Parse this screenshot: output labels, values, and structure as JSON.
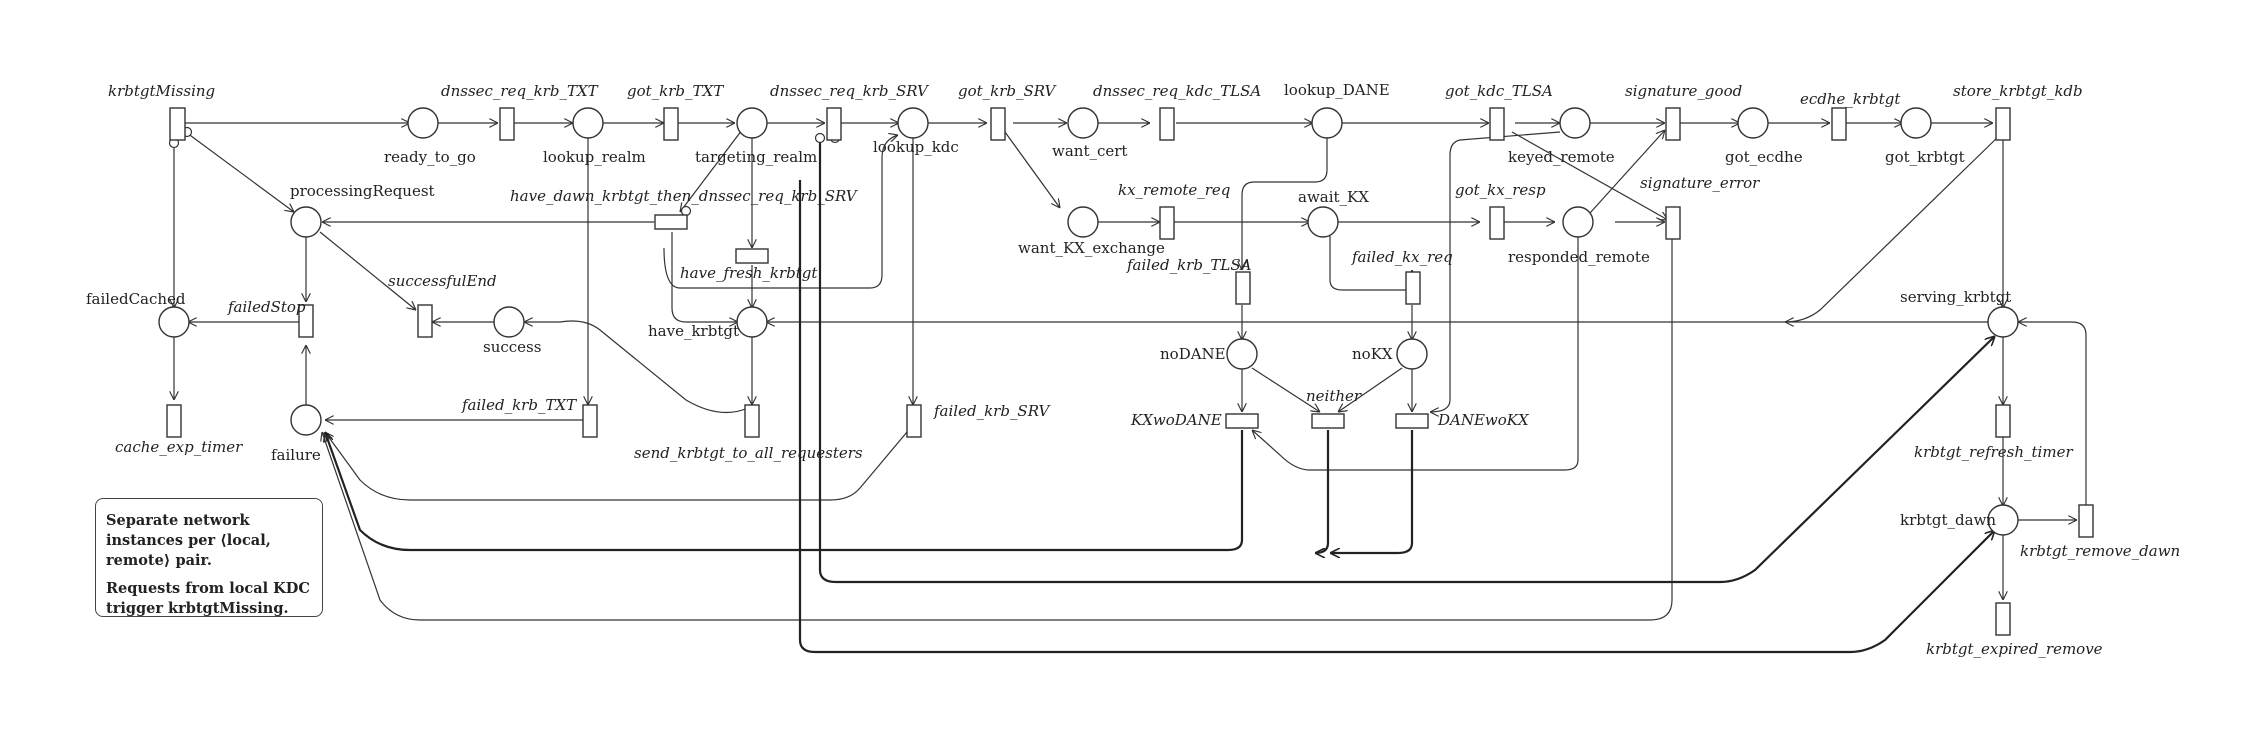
{
  "places": {
    "ready_to_go": "ready_to_go",
    "lookup_realm": "lookup_realm",
    "targeting_realm": "targeting_realm",
    "lookup_kdc": "lookup_kdc",
    "want_cert": "want_cert",
    "lookup_DANE": "lookup_DANE",
    "keyed_remote": "keyed_remote",
    "got_ecdhe": "got_ecdhe",
    "got_krbtgt": "got_krbtgt",
    "processingRequest": "processingRequest",
    "want_KX_exchange": "want_KX_exchange",
    "await_KX": "await_KX",
    "responded_remote": "responded_remote",
    "failedCached": "failedCached",
    "success": "success",
    "have_krbtgt": "have_krbtgt",
    "serving_krbtgt": "serving_krbtgt",
    "noDANE": "noDANE",
    "noKX": "noKX",
    "failure": "failure",
    "krbtgt_dawn": "krbtgt_dawn"
  },
  "transitions": {
    "krbtgtMissing": "krbtgtMissing",
    "dnssec_req_krb_TXT": "dnssec_req_krb_TXT",
    "got_krb_TXT": "got_krb_TXT",
    "dnssec_req_krb_SRV": "dnssec_req_krb_SRV",
    "got_krb_SRV": "got_krb_SRV",
    "dnssec_req_kdc_TLSA": "dnssec_req_kdc_TLSA",
    "got_kdc_TLSA": "got_kdc_TLSA",
    "signature_good": "signature_good",
    "ecdhe_krbtgt": "ecdhe_krbtgt",
    "store_krbtgt_kdb": "store_krbtgt_kdb",
    "have_dawn_krbtgt_then_dnssec_req_krb_SRV": "have_dawn_krbtgt_then_dnssec_req_krb_SRV",
    "kx_remote_req": "kx_remote_req",
    "got_kx_resp": "got_kx_resp",
    "signature_error": "signature_error",
    "have_fresh_krbtgt": "have_fresh_krbtgt",
    "failedStop": "failedStop",
    "successfulEnd": "successfulEnd",
    "failed_krb_TLSA": "failed_krb_TLSA",
    "failed_kx_req": "failed_kx_req",
    "cache_exp_timer": "cache_exp_timer",
    "failed_krb_TXT": "failed_krb_TXT",
    "send_krbtgt_to_all_requesters": "send_krbtgt_to_all_requesters",
    "failed_krb_SRV": "failed_krb_SRV",
    "KXwoDANE": "KXwoDANE",
    "neither": "neither",
    "DANEwoKX": "DANEwoKX",
    "krbtgt_refresh_timer": "krbtgt_refresh_timer",
    "krbtgt_remove_dawn": "krbtgt_remove_dawn",
    "krbtgt_expired_remove": "krbtgt_expired_remove"
  },
  "note": {
    "line1": "Separate network instances per ⟨local, remote⟩ pair.",
    "line2": "Requests from local KDC trigger krbtgtMissing."
  }
}
